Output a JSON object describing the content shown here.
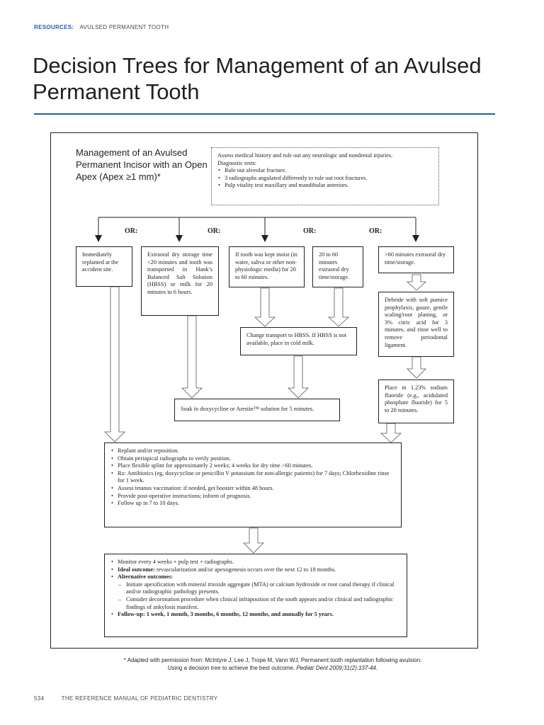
{
  "header": {
    "label": "RESOURCES:",
    "section": "AVULSED PERMANENT TOOTH"
  },
  "page_title": "Decision Trees for Management of an Avulsed Permanent Tooth",
  "chart": {
    "title": "Management of an Avulsed Permanent Incisor with an Open Apex (Apex ≥1 mm)*",
    "assessment": {
      "intro": "Assess medical history and rule out any neurologic and nondental injuries.",
      "subhead": "Diagnostic tests:",
      "items": [
        "Rule out alveolar fracture.",
        "3 radiographs angulated differently to rule out root fractures.",
        "Pulp vitality test maxillary and mandibular anteriors."
      ]
    },
    "or_labels": [
      "OR:",
      "OR:",
      "OR:",
      "OR:"
    ],
    "branches": [
      "Immediately replanted at the accident site.",
      "Extraoral dry storage time <20 minutes and tooth was transported in Hank’s Balanced Salt Solution (HBSS) or milk for 20 minutes to 6 hours.",
      "If tooth was kept moist (in water, saliva or other non-physiologic media) for 20 to 60 minutes.",
      "20 to 60 minutes extraoral dry time/storage.",
      ">60 minutes extraoral dry time/storage."
    ],
    "change_transport": "Change transport to HBSS. If HBSS is not available, place in cold milk.",
    "debride": "Debride with soft pumice prophylaxis, gauze, gentle scaling/root planing, or 3% citric acid for 3 minutes, and rinse well to remove periodontal ligament.",
    "fluoride": "Place in 1.23% sodium fluoride (e.g., acidulated phosphate fluoride) for 5 to 20 minutes.",
    "soak": "Soak in doxycycline or Arestin™ solution for 5 minutes.",
    "treatment": [
      "Replant and/or reposition.",
      "Obtain periapical radiographs to verify position.",
      "Place flexible splint for approximately 2 weeks; 4 weeks for dry time >60 minutes.",
      "Rx: Antibiotics (eg, doxycycline or penicillin V potassium for non-allergic patients) for 7 days; Chlorhexidine rinse for 1 week.",
      "Assess tetanus vaccination: if needed, get booster within 48 hours.",
      "Provide post-operative instructions; inform of prognosis.",
      "Follow up in 7 to 10 days."
    ],
    "followup": {
      "monitor": "Monitor every 4 weeks + pulp test + radiographs.",
      "ideal_label": "Ideal outcome:",
      "ideal_text": " revascularization and/or apexogenesis occurs over the next 12 to 18 months.",
      "alt_label": "Alternative outcomes:",
      "alt_items": [
        "Initiate apexification with mineral trioxide aggregate (MTA) or calcium hydroxide or root canal therapy if clinical and/or radiographic pathology presents.",
        "Consider decoronation procedure when clinical infraposition of the tooth appears and/or clinical and radiographic findings of ankylosis manifest."
      ],
      "schedule": "Follow-up: 1 week, 1 month, 3 months, 6 months, 12 months, and annually for 5 years."
    }
  },
  "footnote": {
    "line1": "* Adapted with permission from: McIntyre J, Lee J, Trope M, Vann WJ, Permanent tooth replantation following avulsion:",
    "line2": "Using a decision tree to achieve the best outcome.",
    "citation": " Pediatr Dent 2009;31(2):137-44."
  },
  "footer": {
    "page": "534",
    "publication": "THE REFERENCE MANUAL OF PEDIATRIC DENTISTRY"
  },
  "colors": {
    "accent": "#1f5fae",
    "text": "#231f20"
  }
}
